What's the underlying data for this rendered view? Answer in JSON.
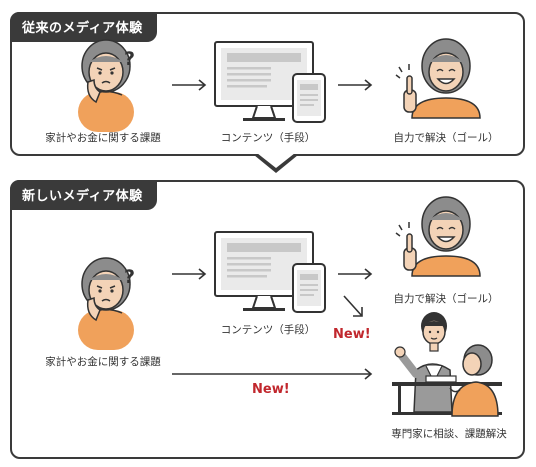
{
  "panel_old": {
    "title": "従来のメディア体験",
    "labels": {
      "person": "家計やお金に関する課題",
      "content": "コンテンツ（手段）",
      "goal": "自力で解決（ゴール）"
    }
  },
  "panel_new": {
    "title": "新しいメディア体験",
    "labels": {
      "person": "家計やお金に関する課題",
      "content": "コンテンツ（手段）",
      "goal": "自力で解決（ゴール）",
      "expert": "専門家に相談、課題解決"
    },
    "new_badge_1": "New!",
    "new_badge_2": "New!"
  },
  "colors": {
    "frame": "#3a3a3a",
    "accent_red": "#c1272d",
    "skin": "#f3d3b7",
    "hair": "#8c8c8c",
    "shirt_orange": "#f0a15b"
  },
  "icons": [
    "worried-person-icon",
    "question-mark-icon",
    "monitor-phone-icon",
    "happy-person-icon",
    "consultation-icon",
    "arrow-icon"
  ]
}
